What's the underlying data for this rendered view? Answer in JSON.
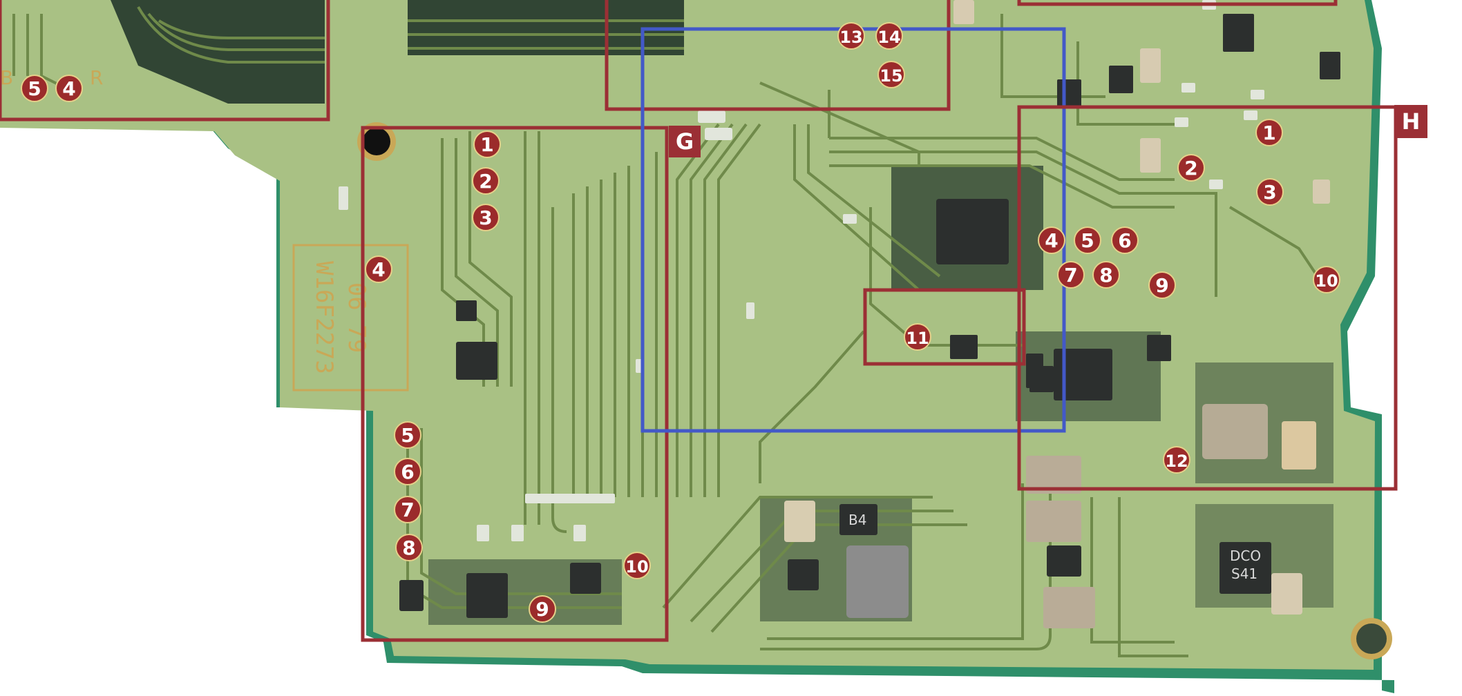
{
  "colors": {
    "board": "#a9c184",
    "board_light": "#b7cc93",
    "board_edge": "#2f8f6a",
    "trace": "#6f8a4a",
    "trace_dark": "#3e5a33",
    "mask_dark": "#314534",
    "chip": "#2c2f2e",
    "pad": "#e2e6dc",
    "marker": "#9b2b2b",
    "marker_outline": "#e6d08a",
    "frame_red": "#9b2f35",
    "frame_blue": "#4359c8",
    "silk": "#c9a857"
  },
  "frames": {
    "g": {
      "label": "G"
    },
    "h": {
      "label": "H"
    }
  },
  "silkscreen": {
    "left_r": "R",
    "left_b": "B",
    "chip_code_1": "DCO",
    "chip_code_2": "S41",
    "block_code_1": "W16F2273",
    "block_code_2": "06 79",
    "part_b4": "B4"
  },
  "markers": [
    {
      "group": "left",
      "label": "5"
    },
    {
      "group": "left",
      "label": "4"
    },
    {
      "group": "top",
      "label": "13"
    },
    {
      "group": "top",
      "label": "14"
    },
    {
      "group": "top",
      "label": "15"
    },
    {
      "group": "g",
      "label": "1"
    },
    {
      "group": "g",
      "label": "2"
    },
    {
      "group": "g",
      "label": "3"
    },
    {
      "group": "g",
      "label": "4"
    },
    {
      "group": "g",
      "label": "5"
    },
    {
      "group": "g",
      "label": "6"
    },
    {
      "group": "g",
      "label": "7"
    },
    {
      "group": "g",
      "label": "8"
    },
    {
      "group": "g",
      "label": "9"
    },
    {
      "group": "g",
      "label": "10"
    },
    {
      "group": "h",
      "label": "1"
    },
    {
      "group": "h",
      "label": "2"
    },
    {
      "group": "h",
      "label": "3"
    },
    {
      "group": "h",
      "label": "4"
    },
    {
      "group": "h",
      "label": "5"
    },
    {
      "group": "h",
      "label": "6"
    },
    {
      "group": "h",
      "label": "7"
    },
    {
      "group": "h",
      "label": "8"
    },
    {
      "group": "h",
      "label": "9"
    },
    {
      "group": "h",
      "label": "10"
    },
    {
      "group": "h",
      "label": "11"
    },
    {
      "group": "h",
      "label": "12"
    }
  ]
}
